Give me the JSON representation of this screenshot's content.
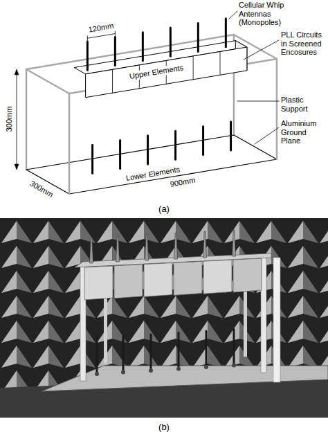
{
  "diagram": {
    "labels": [
      "Cellular Whip Antennas (Monopoles)",
      "120mm",
      "PLL Circuits in Screened Encosures",
      "Upper Elements",
      "Plastic Support",
      "Aluminium Ground Plane",
      "Lower Elements",
      "300mm",
      "300mm",
      "900mm",
      "(a)",
      "(b)"
    ]
  }
}
